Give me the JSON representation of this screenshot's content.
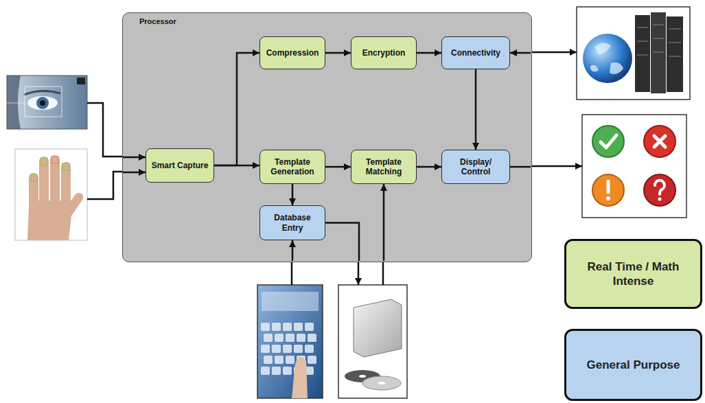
{
  "diagram": {
    "nodes": [
      {
        "text": [
          "Processor"
        ]
      },
      {
        "text": [
          "Smart Capture"
        ],
        "in": 0
      },
      {
        "text": [
          "Compression"
        ],
        "in": 0
      },
      {
        "text": [
          "Encryption"
        ],
        "in": 0
      },
      {
        "text": [
          "Connectivity"
        ],
        "in": 0
      },
      {
        "text": [
          "Template Generation"
        ],
        "in": 0
      },
      {
        "text": [
          "Template Matching"
        ],
        "in": 0
      },
      {
        "text": [
          "Display/ Control"
        ],
        "in": 0
      },
      {
        "text": [
          "Database Entry"
        ],
        "in": 0
      }
    ],
    "edges": [
      {
        "from": 1,
        "to": 2,
        "arrow": "to"
      },
      {
        "from": 1,
        "to": 5,
        "arrow": "to"
      },
      {
        "from": 2,
        "to": 3,
        "arrow": "to"
      },
      {
        "from": 3,
        "to": 4,
        "arrow": "to"
      },
      {
        "from": 4,
        "to": 7,
        "arrow": "to"
      },
      {
        "from": 5,
        "to": 6,
        "arrow": "to"
      },
      {
        "from": 6,
        "to": 7,
        "arrow": "to"
      },
      {
        "from": 5,
        "to": 8,
        "arrow": "to"
      }
    ],
    "legend": [
      {
        "text": "Real Time / Math Intense",
        "color": "#d5e8a7"
      },
      {
        "text": "General Purpose",
        "color": "#b8d3ef"
      }
    ]
  }
}
